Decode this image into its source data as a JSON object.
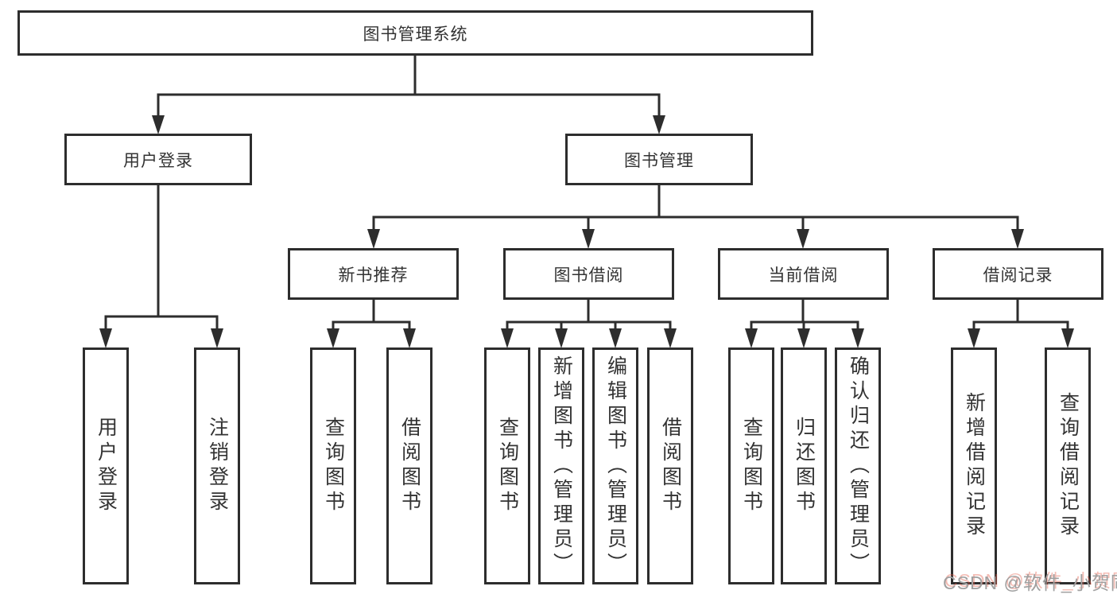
{
  "diagram": {
    "root": {
      "label": "图书管理系统"
    },
    "level1": [
      {
        "id": "user-login",
        "label": "用户登录",
        "leaves": [
          {
            "label": "用户登录"
          },
          {
            "label": "注销登录"
          }
        ]
      },
      {
        "id": "book-management",
        "label": "图书管理",
        "children": [
          {
            "id": "new-book-recommend",
            "label": "新书推荐",
            "leaves": [
              {
                "label": "查询图书"
              },
              {
                "label": "借阅图书"
              }
            ]
          },
          {
            "id": "book-borrowing",
            "label": "图书借阅",
            "leaves": [
              {
                "label": "查询图书"
              },
              {
                "label": "新增图书（管理员）"
              },
              {
                "label": "编辑图书（管理员）"
              },
              {
                "label": "借阅图书"
              }
            ]
          },
          {
            "id": "current-borrowing",
            "label": "当前借阅",
            "leaves": [
              {
                "label": "查询图书"
              },
              {
                "label": "归还图书"
              },
              {
                "label": "确认归还（管理员）"
              }
            ]
          },
          {
            "id": "borrowing-records",
            "label": "借阅记录",
            "leaves": [
              {
                "label": "新增借阅记录"
              },
              {
                "label": "查询借阅记录"
              }
            ]
          }
        ]
      }
    ]
  },
  "watermark": {
    "text": "CSDN @软件_小贺同学"
  },
  "colors": {
    "line": "#2d2d2d",
    "text": "#333333",
    "background": "#ffffff",
    "watermark_gray": "#a0a0a0",
    "watermark_red": "#e45a46"
  }
}
